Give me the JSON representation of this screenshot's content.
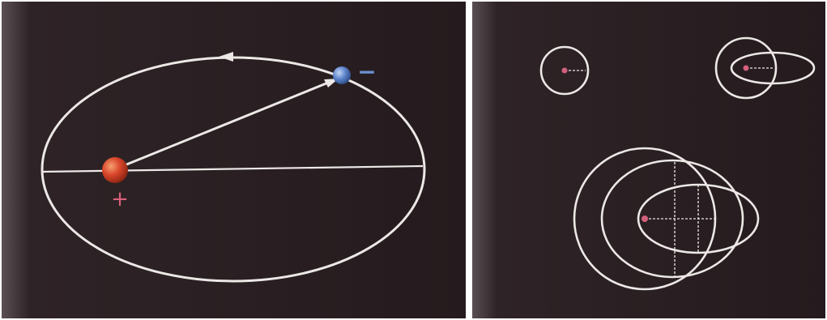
{
  "panels": {
    "left": {
      "positive_charge_label": "+",
      "negative_charge_label": "−"
    }
  },
  "colors": {
    "background": "#2a1f22",
    "background_edge": "#5a4f52",
    "orbit_line": "#ece8e6",
    "nucleus": "#d9452a",
    "nucleus_highlight": "#f08a5a",
    "electron": "#5f86cc",
    "electron_highlight": "#a9c4ee",
    "charge_positive": "#d8607a",
    "charge_negative": "#6b92d2",
    "small_nucleus": "#d3607c"
  },
  "icons": {
    "nucleus": "red-sphere",
    "electron": "blue-sphere",
    "orbit_direction": "arrowhead"
  }
}
